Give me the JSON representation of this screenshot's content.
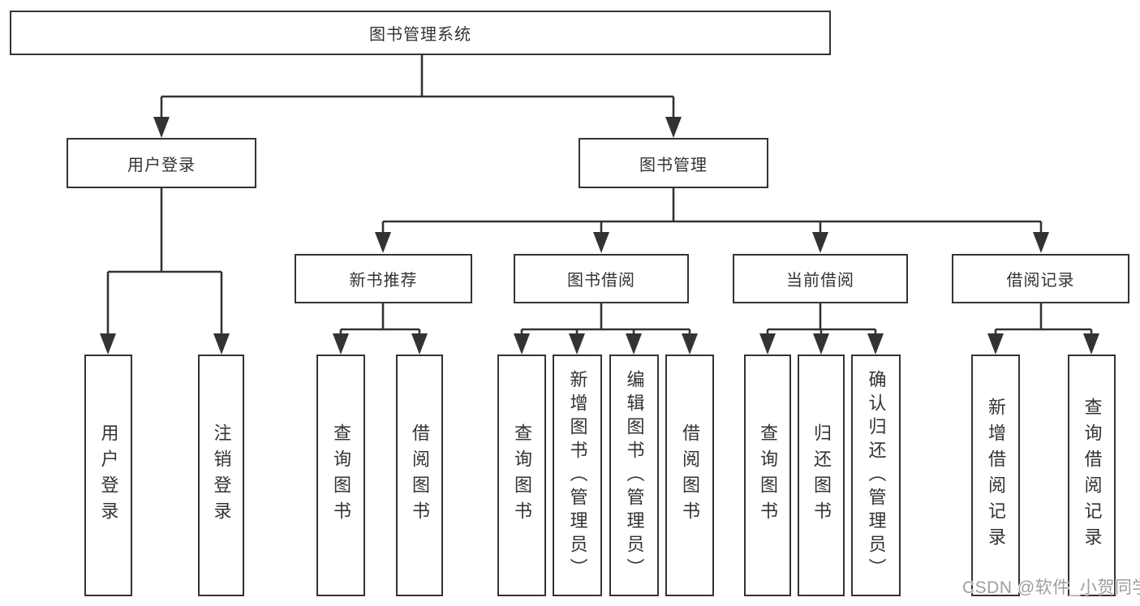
{
  "tree": {
    "root": {
      "label": "图书管理系统",
      "children": [
        {
          "label": "用户登录",
          "children": [
            {
              "label": "用户登录"
            },
            {
              "label": "注销登录"
            }
          ]
        },
        {
          "label": "图书管理",
          "children": [
            {
              "label": "新书推荐",
              "children": [
                {
                  "label": "查询图书"
                },
                {
                  "label": "借阅图书"
                }
              ]
            },
            {
              "label": "图书借阅",
              "children": [
                {
                  "label": "查询图书"
                },
                {
                  "label": "新增图书（管理员）"
                },
                {
                  "label": "编辑图书（管理员）"
                },
                {
                  "label": "借阅图书"
                }
              ]
            },
            {
              "label": "当前借阅",
              "children": [
                {
                  "label": "查询图书"
                },
                {
                  "label": "归还图书"
                },
                {
                  "label": "确认归还（管理员）"
                }
              ]
            },
            {
              "label": "借阅记录",
              "children": [
                {
                  "label": "新增借阅记录"
                },
                {
                  "label": "查询借阅记录"
                }
              ]
            }
          ]
        }
      ]
    }
  },
  "watermark": "CSDN @软件_小贺同学",
  "colors": {
    "line": "#333333",
    "text": "#333333",
    "box_background": "#ffffff",
    "watermark": "#9e9e9e"
  }
}
